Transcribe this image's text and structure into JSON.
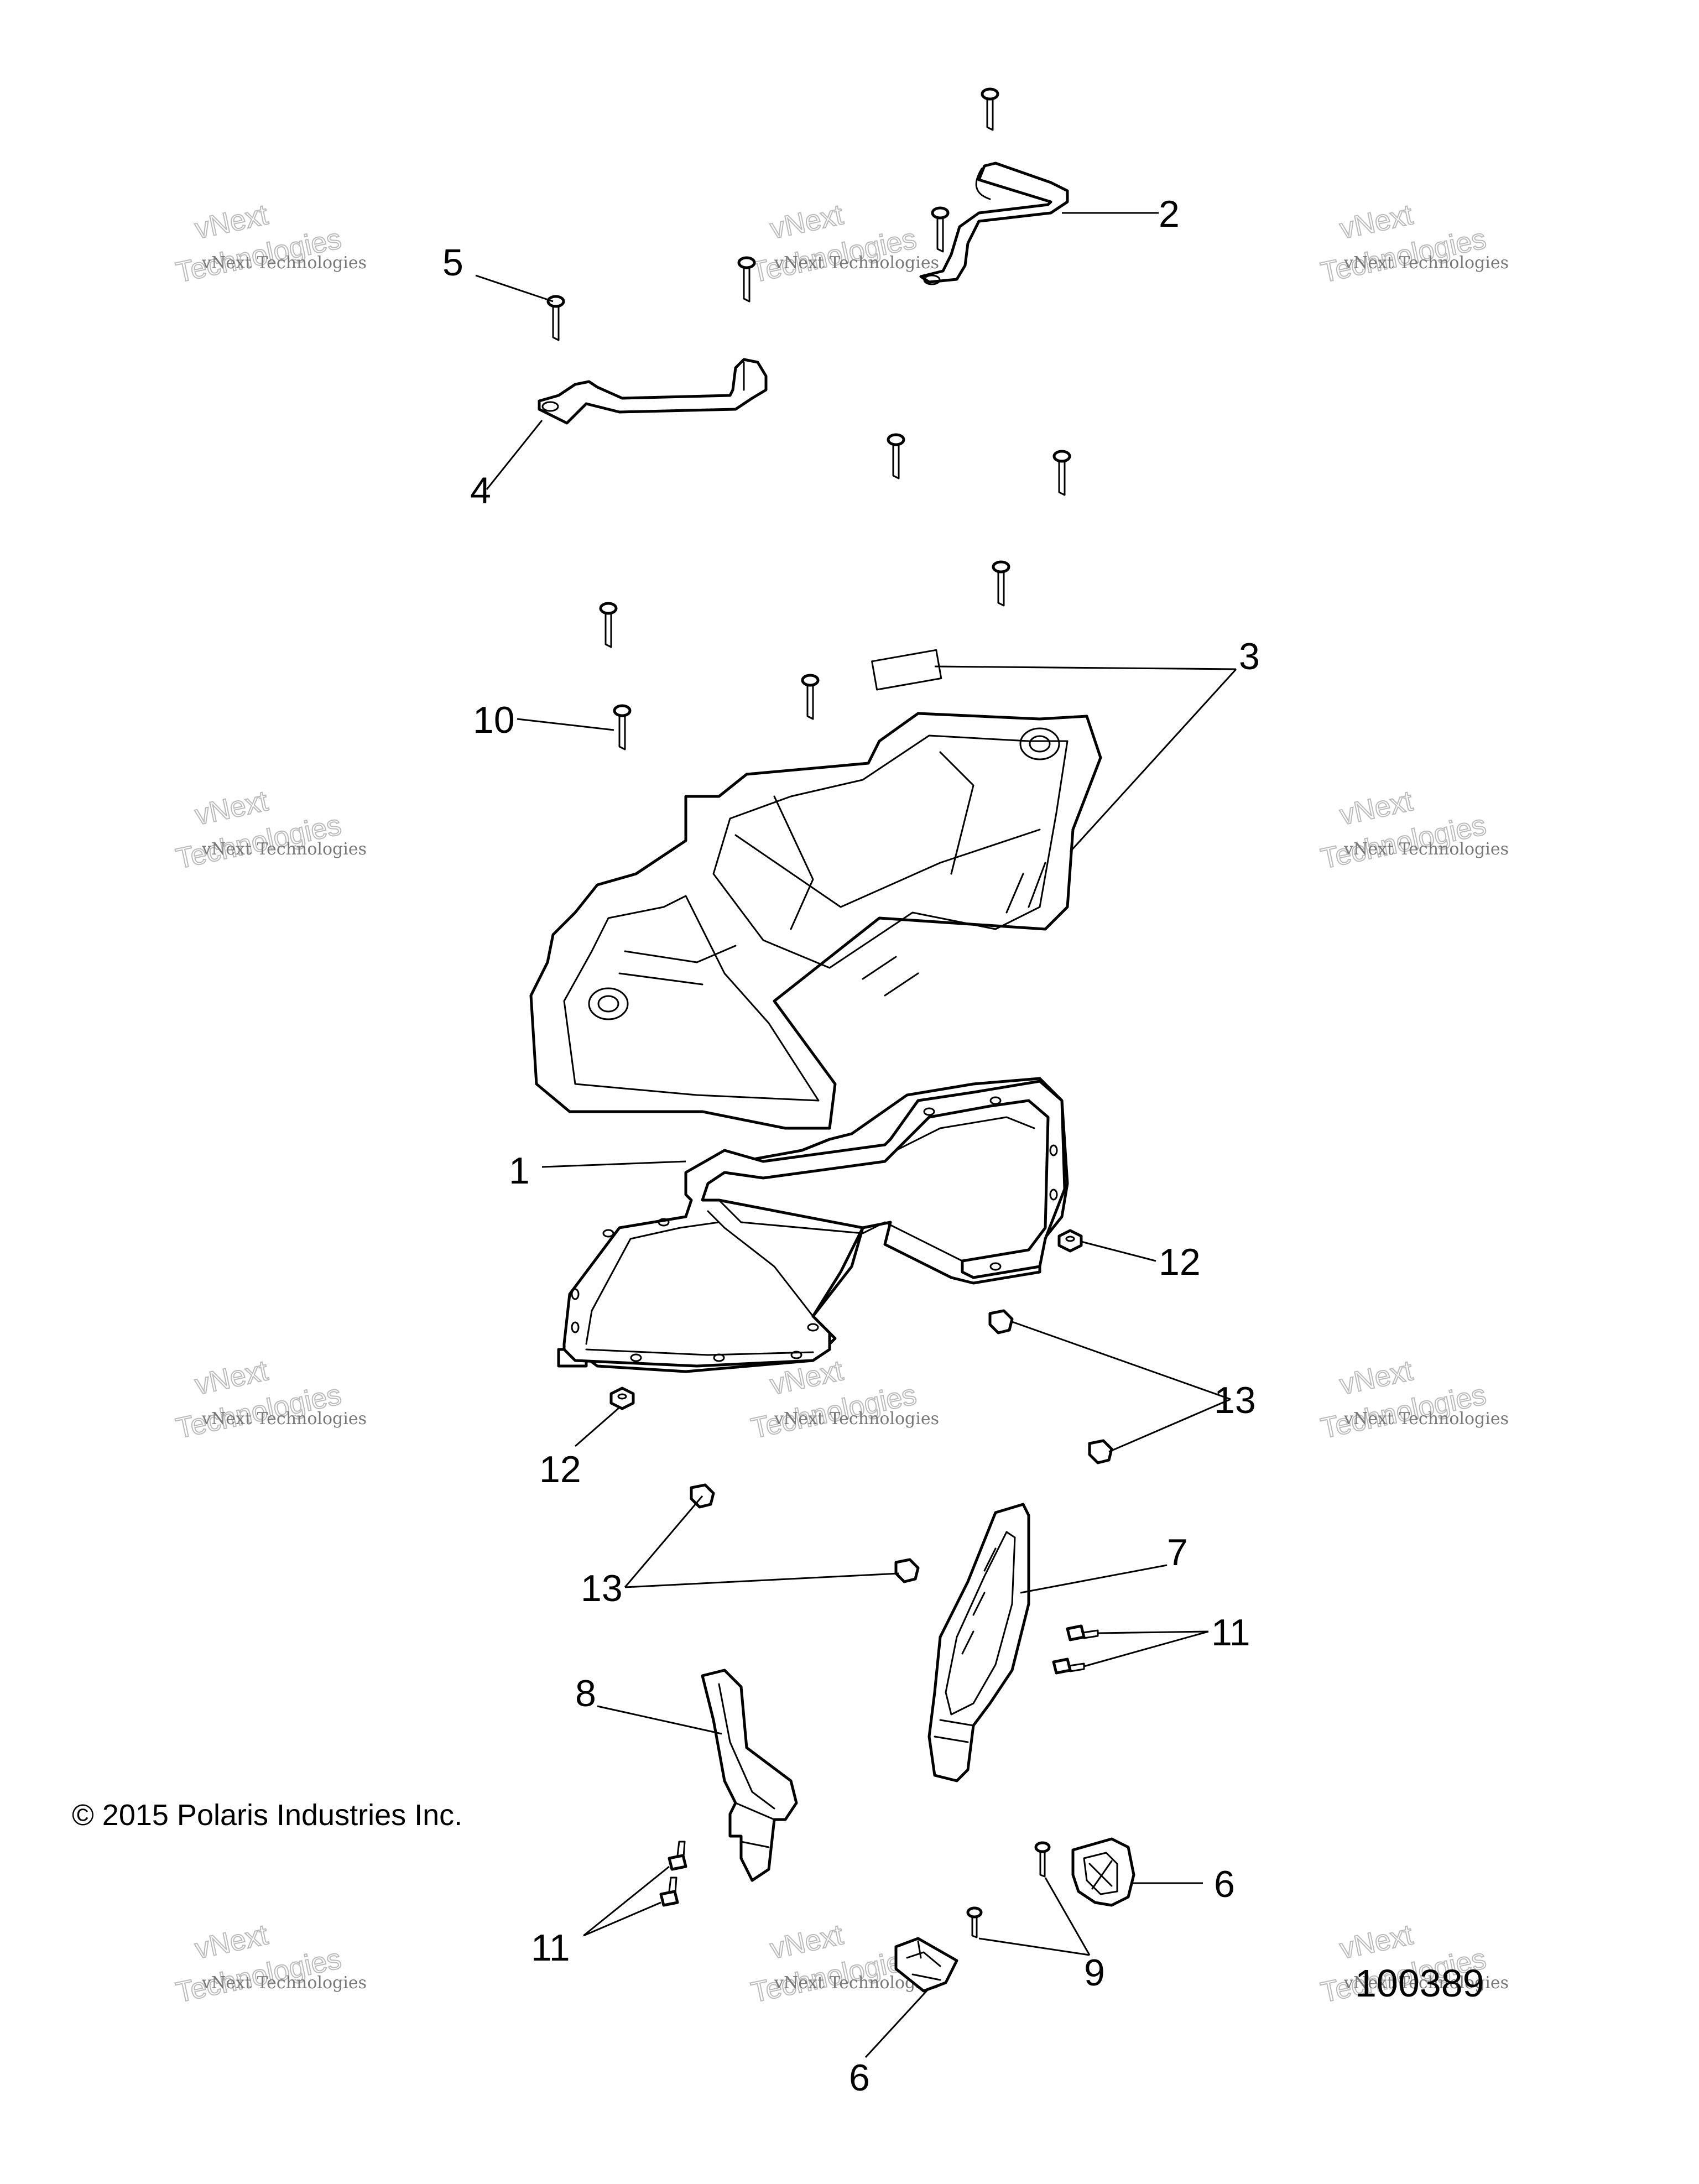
{
  "callouts": {
    "c1": "1",
    "c2": "2",
    "c3": "3",
    "c4": "4",
    "c5": "5",
    "c6a": "6",
    "c6b": "6",
    "c7": "7",
    "c8": "8",
    "c9": "9",
    "c10": "10",
    "c11a": "11",
    "c11b": "11",
    "c12a": "12",
    "c12b": "12",
    "c13a": "13",
    "c13b": "13"
  },
  "copyright": "© 2015 Polaris Industries Inc.",
  "figure_id": "100389",
  "watermark": {
    "small": "vNext Technologies",
    "big_top": "vNext",
    "big_bottom": "Technologies"
  }
}
